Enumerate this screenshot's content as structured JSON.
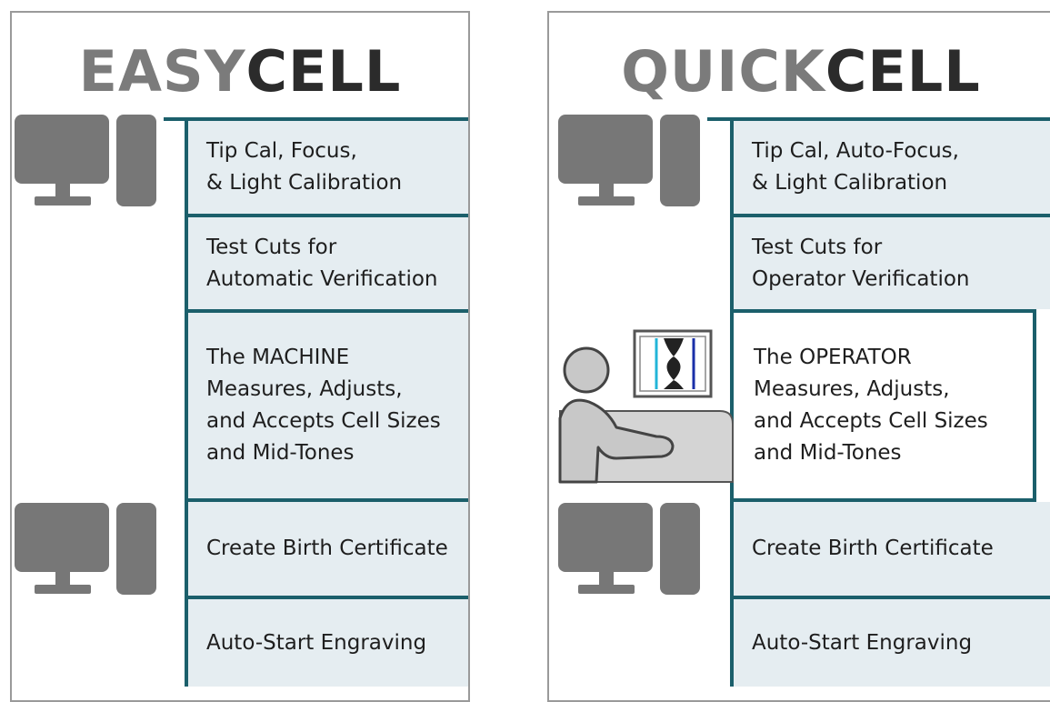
{
  "easycell": {
    "title_light": "EASY",
    "title_dark": "CELL",
    "steps": [
      "Tip Cal, Focus,\n& Light Calibration",
      "Test Cuts for\nAutomatic Verification",
      "The MACHINE\nMeasures, Adjusts,\nand Accepts Cell Sizes\nand Mid-Tones",
      "Create Birth Certificate",
      "Auto-Start Engraving"
    ]
  },
  "quickcell": {
    "title_light": "QUICK",
    "title_dark": "CELL",
    "steps": [
      "Tip Cal, Auto-Focus,\n& Light Calibration",
      "Test Cuts for\nOperator Verification",
      "The OPERATOR\nMeasures, Adjusts,\nand Accepts Cell Sizes\nand Mid-Tones",
      "Create Birth Certificate",
      "Auto-Start Engraving"
    ]
  },
  "icons": {
    "computer": "computer-icon",
    "operator": "operator-at-screen-icon"
  },
  "colors": {
    "accent": "#1b5f6b",
    "stage_fill": "#e5edf1",
    "title_light": "#7b7b7b",
    "title_dark": "#2b2b2b",
    "icon_gray": "#777777"
  }
}
